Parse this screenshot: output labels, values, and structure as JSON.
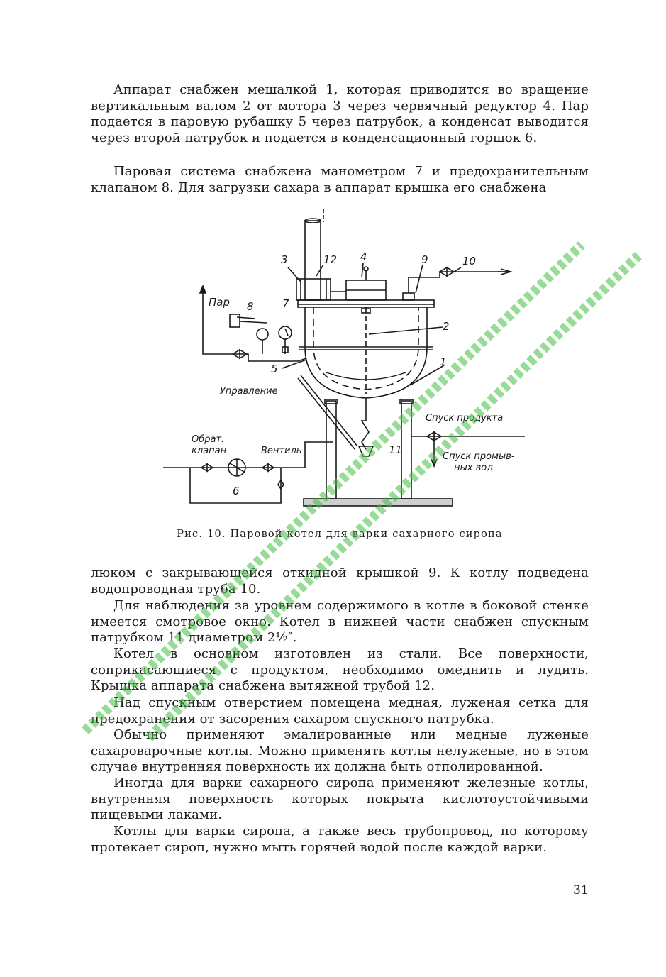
{
  "paragraphs_top": [
    "Аппарат снабжен мешалкой 1, которая приводится во вращение вертикальным валом 2 от мотора 3 через червячный редуктор 4. Пар подается в паровую рубашку 5 через патрубок, а конденсат выводится через второй патрубок и подается в конденсационный горшок 6.",
    "Паровая система снабжена манометром 7 и предохранительным клапаном 8. Для загрузки сахара в аппарат крышка его снабжена"
  ],
  "figure": {
    "caption": "Рис. 10. Паровой котел для варки сахарного сиропа",
    "labels": {
      "n1": "1",
      "n2": "2",
      "n3": "3",
      "n4": "4",
      "n5": "5",
      "n6": "6",
      "n7": "7",
      "n8": "8",
      "n9": "9",
      "n10": "10",
      "n11": "11",
      "n12": "12",
      "steam": "Пар",
      "control": "Управление",
      "check_valve_1": "Обрат.",
      "check_valve_2": "клапан",
      "valve": "Вентиль",
      "product_outlet": "Спуск продукта",
      "rinse_1": "Спуск промыв-",
      "rinse_2": "ных вод"
    }
  },
  "paragraphs_bottom": [
    "люком с закрывающейся откидной крышкой 9. К котлу подведена водопроводная труба 10.",
    "Для наблюдения за уровнем содержимого в котле в боковой стенке имеется смотровое окно. Котел в нижней части снабжен спускным патрубком 11 диаметром 2½″.",
    "Котел в основном изготовлен из стали. Все поверхности, соприкасающиеся с продуктом, необходимо омеднить и лудить. Крышка аппарата снабжена вытяжной трубой 12.",
    "Над спускным отверстием помещена медная, луженая сетка для предохранения от засорения сахаром спускного патрубка.",
    "Обычно применяют эмалированные или медные луженые сахароварочные котлы. Можно применять котлы нелуженые, но в этом случае внутренняя поверхность их должна быть отполированной.",
    "Иногда для варки сахарного сиропа применяют железные котлы, внутренняя поверхность которых покрыта кислотоустойчивыми пищевыми лаками.",
    "Котлы для варки сиропа, а также весь трубопровод, по которому протекает сироп, нужно мыть горячей водой после каждой варки."
  ],
  "page_number": "31",
  "colors": {
    "text": "#1a1a1a",
    "watermark": "#3fbf3f"
  }
}
